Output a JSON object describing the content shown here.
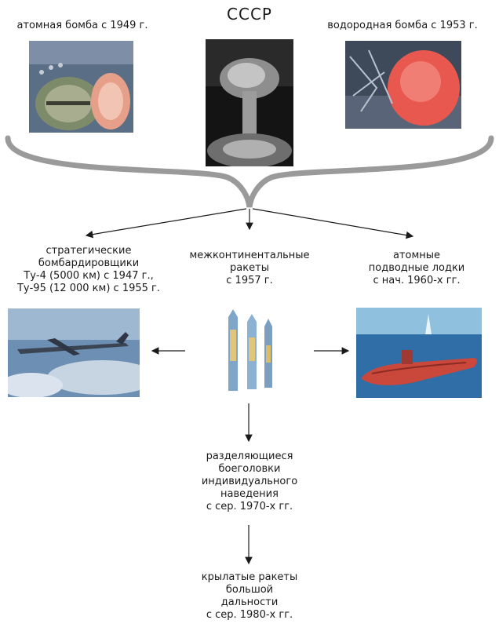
{
  "title": "СССР",
  "top": {
    "atomic_bomb": "атомная бомба с 1949 г.",
    "hydrogen_bomb": "водородная бомба с 1953 г."
  },
  "branches": {
    "bombers": [
      "стратегические",
      "бомбардировщики",
      "Ту-4 (5000 км) с 1947 г.,",
      "Ту-95 (12 000 км) с 1955 г."
    ],
    "icbm": [
      "межконтинентальные",
      "ракеты",
      "с 1957 г."
    ],
    "submarines": [
      "атомные",
      "подводные лодки",
      "с нач. 1960-х гг."
    ]
  },
  "chain": {
    "mirv": [
      "разделяющиеся",
      "боеголовки",
      "индивидуального",
      "наведения",
      "с сер. 1970-х гг."
    ],
    "cruise": [
      "крылатые ракеты",
      "большой",
      "дальности",
      "с сер. 1980-х гг."
    ]
  },
  "colors": {
    "line": "#1a1a1a",
    "brace": "#9a9a9a"
  }
}
